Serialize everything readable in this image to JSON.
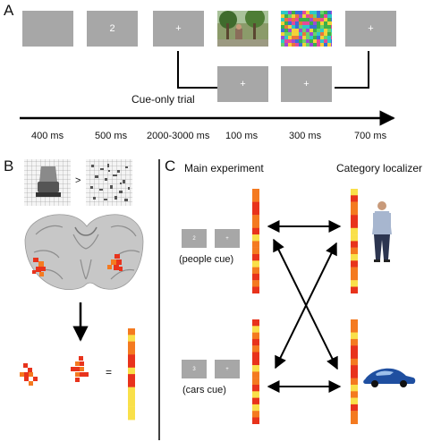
{
  "panel_a": {
    "letter": "A",
    "screens": [
      "",
      "2",
      "+",
      "",
      "",
      "+"
    ],
    "cue_only_screens": [
      "+",
      "+"
    ],
    "cue_only_label": "Cue-only trial",
    "timeline_labels": [
      "400 ms",
      "500 ms",
      "2000-3000 ms",
      "100 ms",
      "300 ms",
      "700 ms"
    ]
  },
  "panel_b": {
    "letter": "B",
    "contrast_symbol": ">",
    "equals_symbol": "="
  },
  "panel_c": {
    "letter": "C",
    "main_experiment_label": "Main experiment",
    "localizer_label": "Category localizer",
    "people_cue_screens": [
      "2",
      "+"
    ],
    "people_cue_label": "(people cue)",
    "cars_cue_screens": [
      "3",
      "+"
    ],
    "cars_cue_label": "(cars cue)"
  },
  "colors": {
    "screen_gray": "#a7a7a7",
    "voxel_red": "#e8331c",
    "voxel_orange": "#f47a20",
    "voxel_yellow": "#f9e04a",
    "brain_gray": "#b9b9b9"
  }
}
